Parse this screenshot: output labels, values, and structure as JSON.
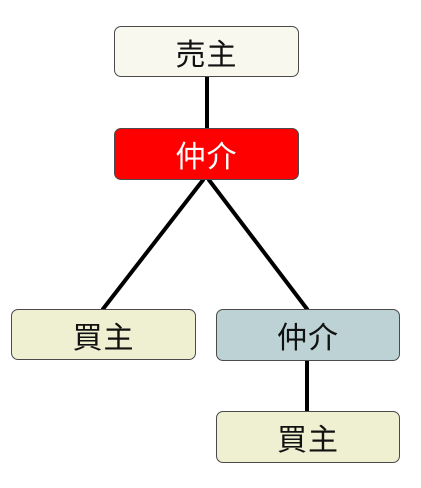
{
  "nodes": {
    "seller": {
      "label": "売主",
      "fill": "#f8f8ee"
    },
    "broker1": {
      "label": "仲介",
      "fill": "#ff0000"
    },
    "buyer1": {
      "label": "買主",
      "fill": "#efefd2"
    },
    "broker2": {
      "label": "仲介",
      "fill": "#bdd2d4"
    },
    "buyer2": {
      "label": "買主",
      "fill": "#efefd2"
    }
  },
  "edges": [
    {
      "from": "seller",
      "to": "broker1"
    },
    {
      "from": "broker1",
      "to": "buyer1"
    },
    {
      "from": "broker1",
      "to": "broker2"
    },
    {
      "from": "broker2",
      "to": "buyer2"
    }
  ],
  "colors": {
    "line": "#000000",
    "border": "#4a4a4a"
  }
}
